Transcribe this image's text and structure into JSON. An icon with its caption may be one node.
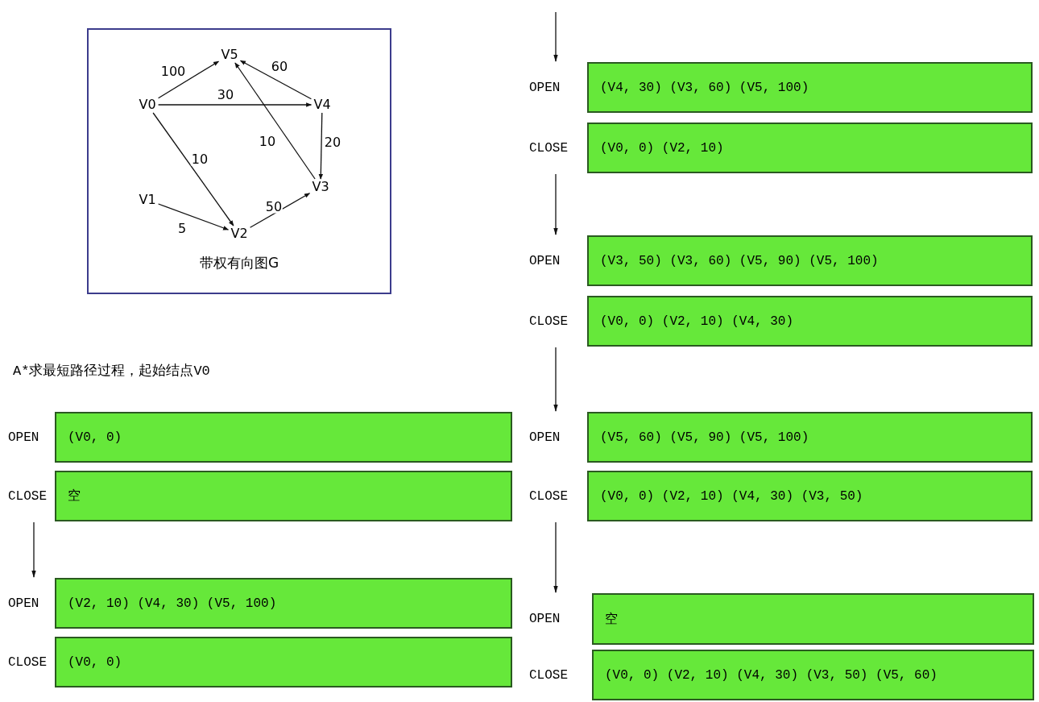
{
  "diagram": {
    "nodes": [
      {
        "text": [
          "带权有向图G"
        ]
      },
      {
        "text": [
          "V5"
        ],
        "in": 0
      },
      {
        "text": [
          "V0"
        ],
        "in": 0
      },
      {
        "text": [
          "V4"
        ],
        "in": 0
      },
      {
        "text": [
          "V3"
        ],
        "in": 0
      },
      {
        "text": [
          "V1"
        ],
        "in": 0
      },
      {
        "text": [
          "V2"
        ],
        "in": 0
      },
      {
        "text": [
          "OPEN",
          "(V0, 0)"
        ]
      },
      {
        "text": [
          "CLOSE",
          "空"
        ]
      },
      {
        "text": [
          "OPEN",
          "(V2, 10) (V4, 30) (V5, 100)"
        ]
      },
      {
        "text": [
          "CLOSE",
          "(V0, 0)"
        ]
      },
      {
        "text": [
          "OPEN",
          "(V4, 30) (V3, 60) (V5, 100)"
        ]
      },
      {
        "text": [
          "CLOSE",
          "(V0, 0) (V2, 10)"
        ]
      },
      {
        "text": [
          "OPEN",
          "(V3, 50) (V3, 60) (V5, 90) (V5, 100)"
        ]
      },
      {
        "text": [
          "CLOSE",
          "(V0, 0) (V2, 10) (V4, 30)"
        ]
      },
      {
        "text": [
          "OPEN",
          "(V5, 60) (V5, 90) (V5, 100)"
        ]
      },
      {
        "text": [
          "CLOSE",
          "(V0, 0) (V2, 10) (V4, 30) (V3, 50)"
        ]
      },
      {
        "text": [
          "OPEN",
          "空"
        ]
      },
      {
        "text": [
          "CLOSE",
          "(V0, 0) (V2, 10) (V4, 30) (V3, 50) (V5, 60)"
        ]
      }
    ],
    "edges": [
      {
        "from": 2,
        "to": 1,
        "arrow": "to",
        "label": "100"
      },
      {
        "from": 3,
        "to": 1,
        "arrow": "to",
        "label": "60"
      },
      {
        "from": 2,
        "to": 3,
        "arrow": "to",
        "label": "30"
      },
      {
        "from": 2,
        "to": 6,
        "arrow": "to",
        "label": "10"
      },
      {
        "from": 4,
        "to": 1,
        "arrow": "to",
        "label": "10"
      },
      {
        "from": 3,
        "to": 4,
        "arrow": "to",
        "label": "20"
      },
      {
        "from": 6,
        "to": 4,
        "arrow": "to",
        "label": "50"
      },
      {
        "from": 5,
        "to": 6,
        "arrow": "to",
        "label": "5"
      },
      {
        "from": 8,
        "to": 9,
        "arrow": "to"
      },
      {
        "from": null,
        "to": 11,
        "arrow": "to"
      },
      {
        "from": 12,
        "to": 13,
        "arrow": "to"
      },
      {
        "from": 14,
        "to": 15,
        "arrow": "to"
      },
      {
        "from": 16,
        "to": 17,
        "arrow": "to"
      }
    ],
    "labels": [
      "A*求最短路径过程，起始结点V0"
    ]
  }
}
